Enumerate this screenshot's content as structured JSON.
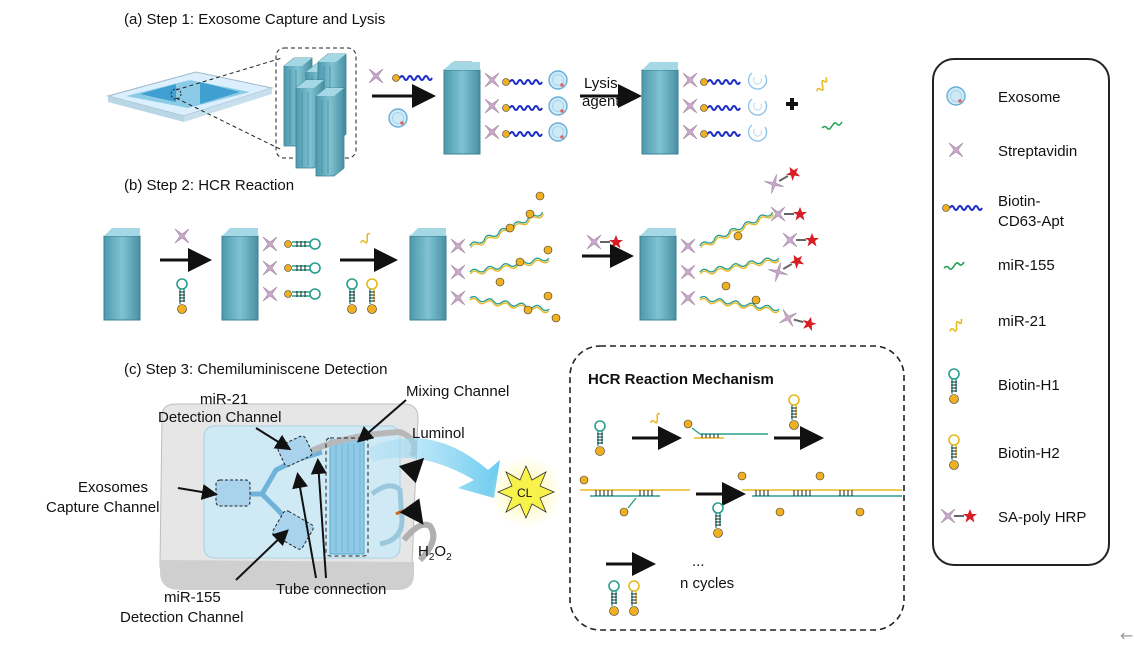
{
  "steps": {
    "a": "(a) Step 1: Exosome Capture and Lysis",
    "b": "(b) Step 2: HCR Reaction",
    "c": "(c) Step 3: Chemiluminiscene Detection"
  },
  "step1": {
    "lysis_line1": "Lysis",
    "lysis_line2": "agent"
  },
  "chip": {
    "mixing": "Mixing Channel",
    "mir21_line1": "miR-21",
    "mir21_line2": "Detection Channel",
    "luminol": "Luminol",
    "exo_line1": "Exosomes",
    "exo_line2": "Capture Channel",
    "h2o2_main": "H",
    "h2o2_sub1": "2",
    "h2o2_mid": "O",
    "h2o2_sub2": "2",
    "mir155_line1": "miR-155",
    "mir155_line2": "Detection Channel",
    "tube": "Tube connection",
    "cl": "CL"
  },
  "mechanism": {
    "title": "HCR Reaction Mechanism",
    "dots": "...",
    "cycles": "n cycles"
  },
  "legend": [
    {
      "label": "Exosome",
      "icon": "exosome-icon"
    },
    {
      "label": "Streptavidin",
      "icon": "streptavidin-icon"
    },
    {
      "label": "Biotin-",
      "label2": "CD63-Apt",
      "icon": "biotin-cd63-apt-icon"
    },
    {
      "label": "miR-155",
      "icon": "mir155-icon"
    },
    {
      "label": "miR-21",
      "icon": "mir21-icon"
    },
    {
      "label": "Biotin-H1",
      "icon": "biotin-h1-icon"
    },
    {
      "label": "Biotin-H2",
      "icon": "biotin-h2-icon"
    },
    {
      "label": "SA-poly HRP",
      "icon": "sa-poly-hrp-icon"
    }
  ],
  "colors": {
    "pillar": "#6fb7c8",
    "streptavidin": "#c9a9c9",
    "aptamer": "#1d2fc8",
    "mir155": "#22a055",
    "mir21": "#e8b820",
    "biotin": "#f0b020",
    "hairpin": "#2a9d8f",
    "hrp": "#d81e24"
  }
}
